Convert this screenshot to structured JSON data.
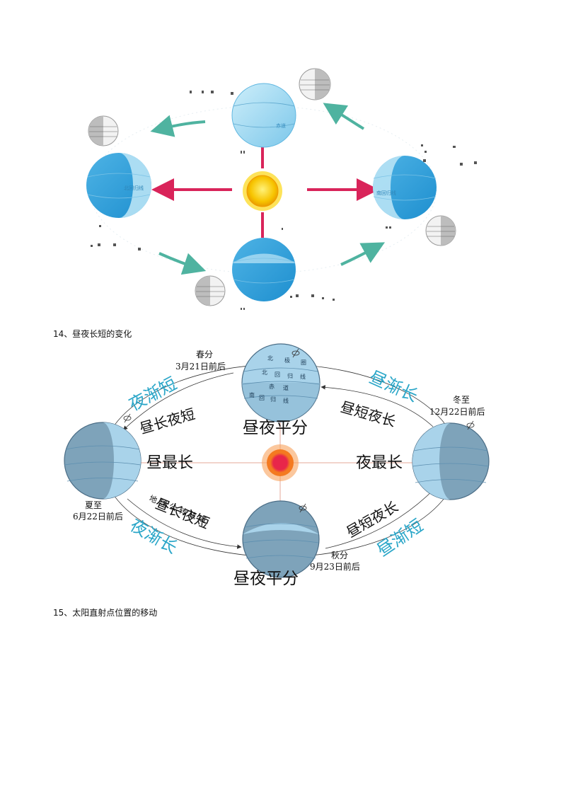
{
  "section14": {
    "title": "14、昼夜长短的变化"
  },
  "section15": {
    "title": "15、太阳直射点位置的移动"
  },
  "figure2": {
    "spring_term": "春分",
    "spring_date": "3月21日前后",
    "summer_term": "夏至",
    "summer_date": "6月22日前后",
    "autumn_term": "秋分",
    "autumn_date": "9月23日前后",
    "winter_term": "冬至",
    "winter_date": "12月22日前后",
    "equal_top": "昼夜平分",
    "equal_bottom": "昼夜平分",
    "day_longest": "昼最长",
    "night_longest": "夜最长",
    "day_long_night_short_top": "昼长夜短",
    "day_long_night_short_bottom": "昼长夜短",
    "day_short_night_long_top": "昼短夜长",
    "day_short_night_long_bottom": "昼短夜长",
    "night_shortening": "夜渐短",
    "night_lengthening": "夜渐长",
    "day_lengthening": "昼渐长",
    "day_shortening": "昼渐短",
    "orbit_label": "地球公转轨道",
    "globe_chars": [
      "北",
      "极",
      "圈",
      "北",
      "回",
      "归",
      "线",
      "赤",
      "道",
      "南",
      "回",
      "归",
      "线"
    ]
  },
  "figure1": {
    "equator_label": "赤道",
    "tropic_left": "北回归线",
    "tropic_right": "南回归线"
  },
  "colors": {
    "globe_light": "#9fd6ee",
    "globe_dark": "#2e9bd6",
    "sun_yellow": "#f7c400",
    "arrow_red": "#d9245a",
    "arrow_teal": "#4fb3a0",
    "cyan_text": "#2aa6c8",
    "grey_globe": "#8fa3b3"
  }
}
